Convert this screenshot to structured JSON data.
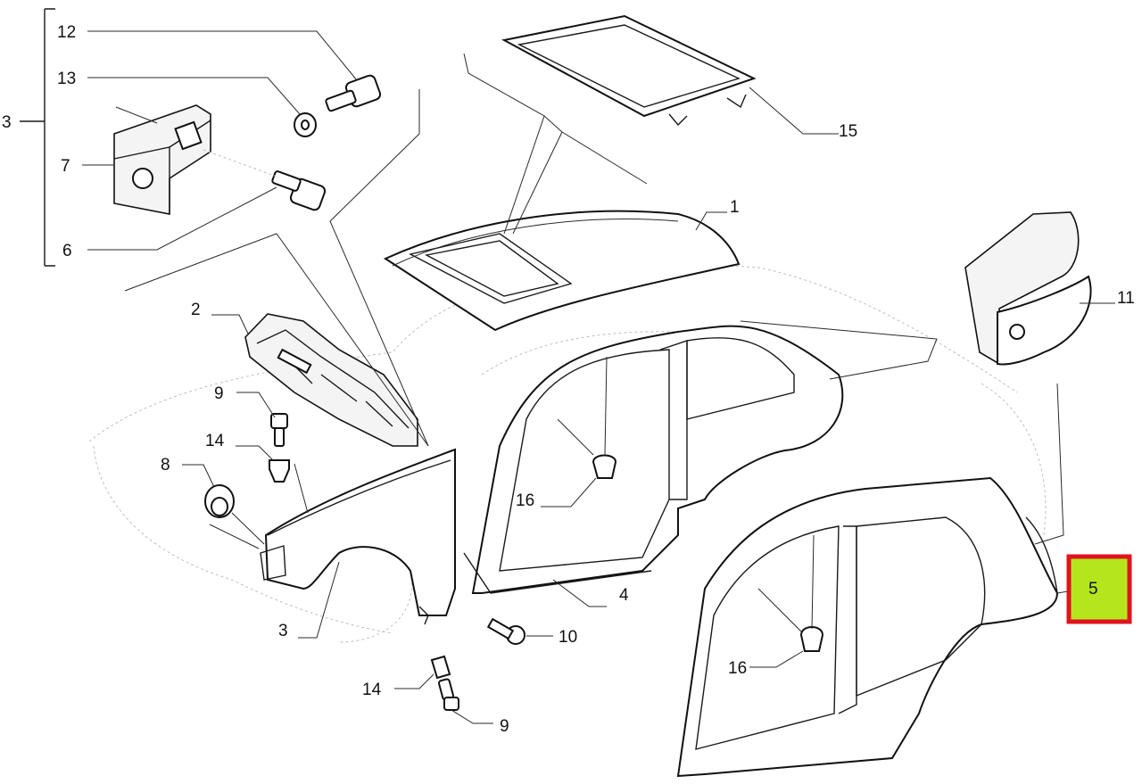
{
  "callouts": [
    {
      "id": "c12a",
      "text": "12"
    },
    {
      "id": "c13a",
      "text": "13"
    },
    {
      "id": "c3a",
      "text": "3"
    },
    {
      "id": "c7",
      "text": "7"
    },
    {
      "id": "c6",
      "text": "6"
    },
    {
      "id": "c15",
      "text": "15"
    },
    {
      "id": "c1",
      "text": "1"
    },
    {
      "id": "c11",
      "text": "11"
    },
    {
      "id": "c2",
      "text": "2"
    },
    {
      "id": "c9a",
      "text": "9"
    },
    {
      "id": "c14a",
      "text": "14"
    },
    {
      "id": "c8",
      "text": "8"
    },
    {
      "id": "c16a",
      "text": "16"
    },
    {
      "id": "c4",
      "text": "4"
    },
    {
      "id": "c3b",
      "text": "3"
    },
    {
      "id": "c10",
      "text": "10"
    },
    {
      "id": "c14b",
      "text": "14"
    },
    {
      "id": "c9b",
      "text": "9"
    },
    {
      "id": "c16b",
      "text": "16"
    },
    {
      "id": "c5",
      "text": "5"
    }
  ],
  "highlight": {
    "callout": "5",
    "border_color": "#e0141e",
    "fill_color": "#b5e61d"
  }
}
